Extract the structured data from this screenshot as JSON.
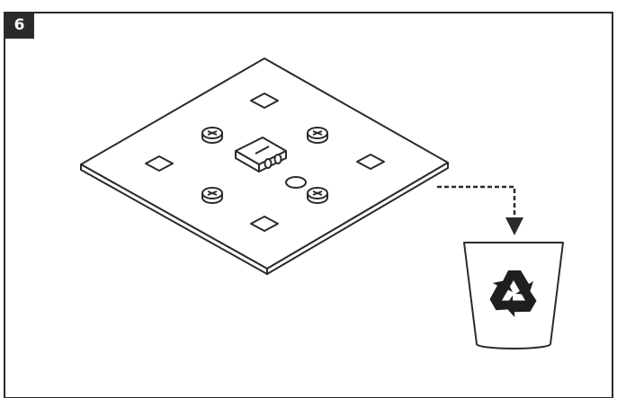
{
  "step": {
    "number": "6"
  },
  "illustration": {
    "parts": [
      "mounting-plate",
      "adhesive-pad-icon",
      "screw-icon",
      "cable-clip",
      "arrow-icon",
      "recycle-bin-icon",
      "recycle-symbol-icon"
    ],
    "colors": {
      "stroke": "#2b2b2b",
      "fill": "#ffffff",
      "badge": "#2b2b2b"
    }
  }
}
